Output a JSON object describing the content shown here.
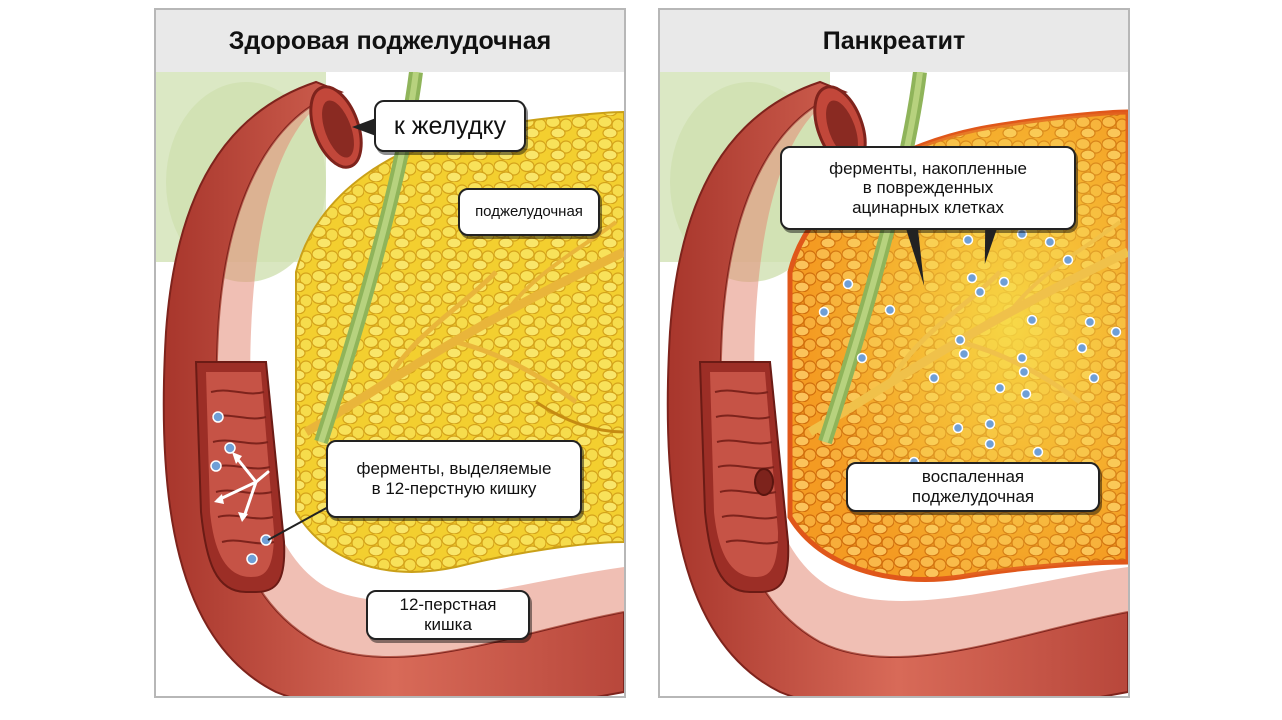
{
  "panels": {
    "healthy": {
      "title": "Здоровая поджелудочная",
      "labels": {
        "to_stomach": "к желудку",
        "pancreas": "поджелудочная",
        "enzymes_line1": "ферменты, выделяемые",
        "enzymes_line2": "в 12-перстную кишку",
        "duodenum_line1": "12-перстная",
        "duodenum_line2": "кишка"
      }
    },
    "pancreatitis": {
      "title": "Панкреатит",
      "labels": {
        "accumulated_line1": "ферменты, накопленные",
        "accumulated_line2": "в поврежденных",
        "accumulated_line3": "ацинарных клетках",
        "inflamed_line1": "воспаленная",
        "inflamed_line2": "поджелудочная"
      }
    }
  },
  "colors": {
    "header_bg": "#e9e9e9",
    "border": "#b7b7b7",
    "healthy_pancreas": "#f3cf2f",
    "inflamed_pancreas": "#f49b22",
    "intestine": "#c0463a",
    "enzyme_dot": "#6f9fd6"
  }
}
